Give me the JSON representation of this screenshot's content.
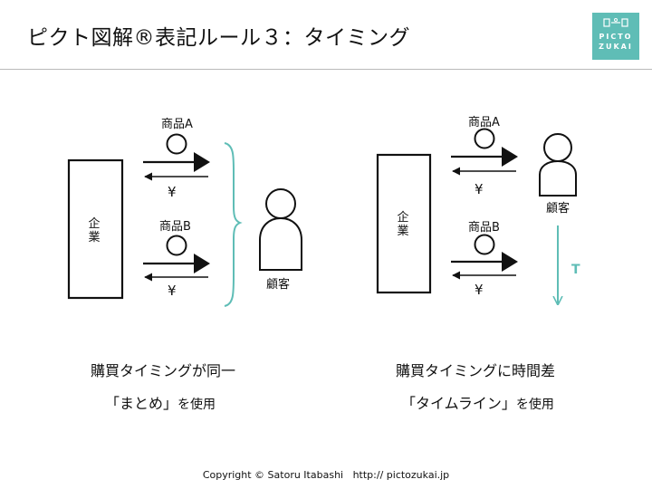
{
  "header": {
    "title": "ピクト図解®表記ルール３：タイミング",
    "logo_line1": "PICTO",
    "logo_line2": "ZUKAI"
  },
  "left": {
    "company": "企業",
    "product_a": "商品A",
    "product_b": "商品B",
    "yen_a": "¥",
    "yen_b": "¥",
    "customer": "顧客",
    "caption_line1": "購買タイミングが同一",
    "caption_line2_main": "「まとめ」",
    "caption_line2_suffix": "を使用"
  },
  "right": {
    "company": "企業",
    "product_a": "商品A",
    "product_b": "商品B",
    "yen_a": "¥",
    "yen_b": "¥",
    "customer": "顧客",
    "timeline_label": "T",
    "caption_line1": "購買タイミングに時間差",
    "caption_line2_main": "「タイムライン」",
    "caption_line2_suffix": "を使用"
  },
  "footer": {
    "copyright": "Copyright © Satoru Itabashi   http:// pictozukai.jp"
  },
  "colors": {
    "accent": "#5fbdb6",
    "ink": "#111111",
    "rule": "#b9b9b9"
  }
}
